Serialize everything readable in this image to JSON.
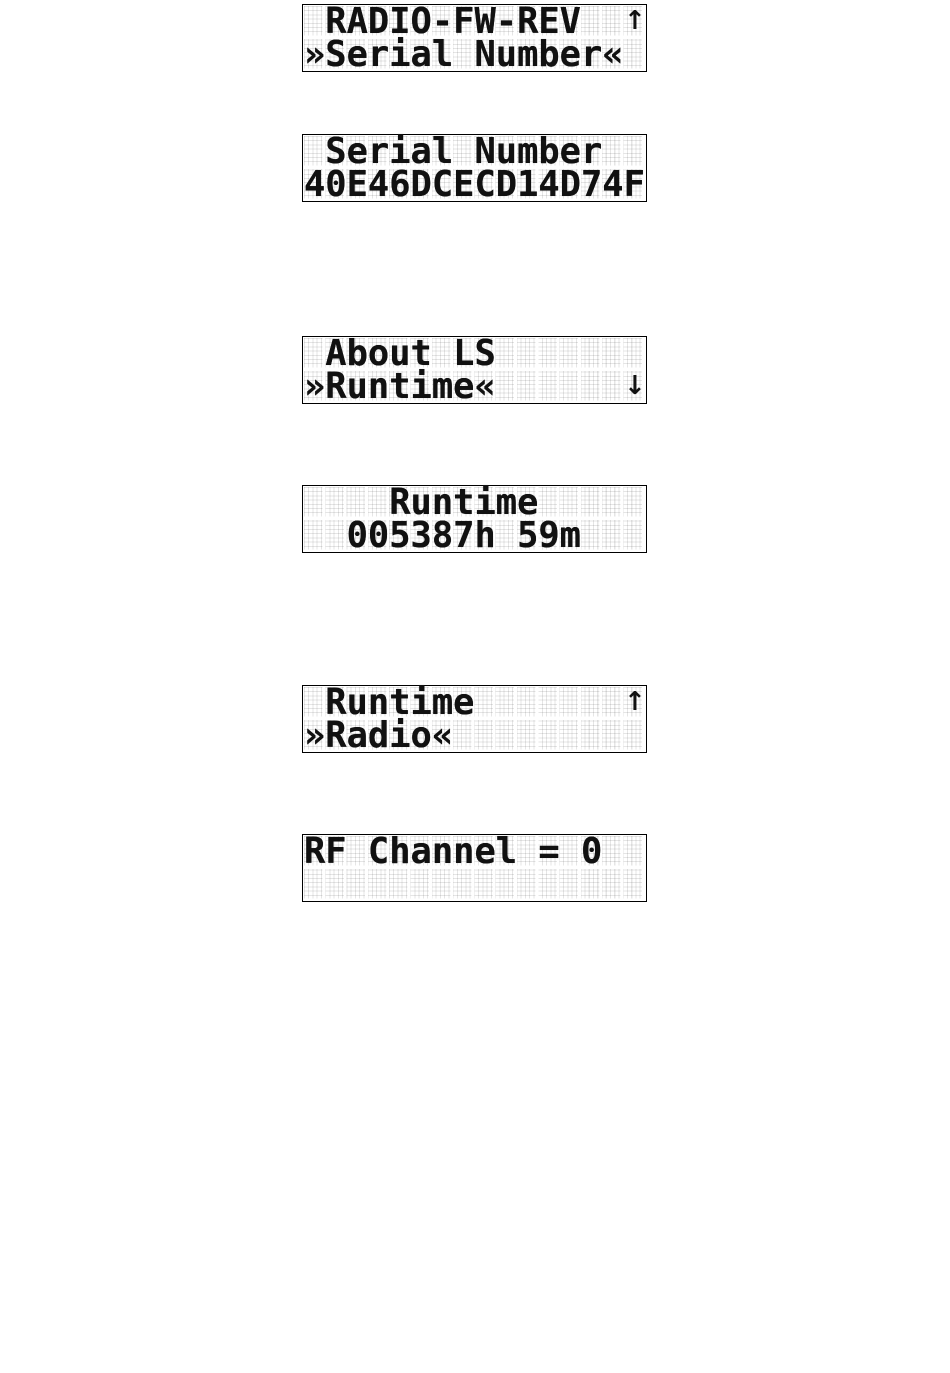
{
  "screens": [
    {
      "line1": " RADIO-FW-REV",
      "line2": "»Serial Number«",
      "arrow_up": "↑",
      "arrow_up_icon": "up-arrow-icon"
    },
    {
      "line1": " Serial Number",
      "line2": "40E46DCECD14D74F"
    },
    {
      "line1": " About LS",
      "line2": "»Runtime«",
      "arrow_down": "↓",
      "arrow_down_icon": "down-arrow-icon"
    },
    {
      "line1": "    Runtime",
      "line2": "  005387h 59m"
    },
    {
      "line1": " Runtime",
      "line2": "»Radio«",
      "arrow_up": "↑",
      "arrow_up_icon": "up-arrow-icon"
    },
    {
      "line1": "RF Channel = 0",
      "line2": ""
    }
  ]
}
